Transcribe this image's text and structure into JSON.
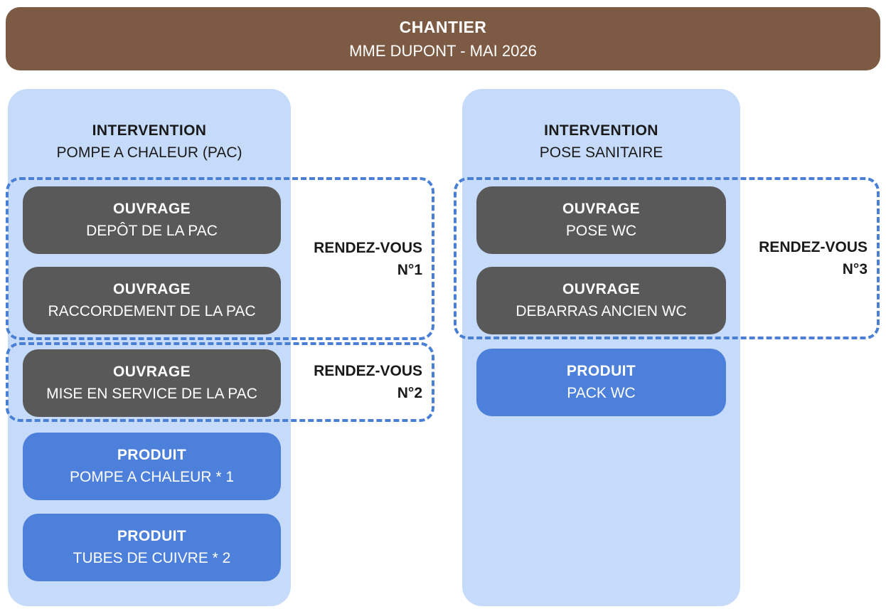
{
  "banner": {
    "title": "CHANTIER",
    "subtitle": "MME DUPONT - MAI 2026"
  },
  "columns": [
    {
      "header_title": "INTERVENTION",
      "header_subtitle": "POMPE A CHALEUR (PAC)",
      "boxes": [
        {
          "type": "ouvrage",
          "title": "OUVRAGE",
          "label": "DEPÔT DE LA PAC"
        },
        {
          "type": "ouvrage",
          "title": "OUVRAGE",
          "label": "RACCORDEMENT DE LA PAC"
        },
        {
          "type": "ouvrage",
          "title": "OUVRAGE",
          "label": "MISE EN SERVICE DE LA PAC"
        },
        {
          "type": "produit",
          "title": "PRODUIT",
          "label": "POMPE A CHALEUR * 1"
        },
        {
          "type": "produit",
          "title": "PRODUIT",
          "label": "TUBES DE CUIVRE * 2"
        }
      ]
    },
    {
      "header_title": "INTERVENTION",
      "header_subtitle": "POSE SANITAIRE",
      "boxes": [
        {
          "type": "ouvrage",
          "title": "OUVRAGE",
          "label": "POSE WC"
        },
        {
          "type": "ouvrage",
          "title": "OUVRAGE",
          "label": "DEBARRAS ANCIEN WC"
        },
        {
          "type": "produit",
          "title": "PRODUIT",
          "label": "PACK WC"
        }
      ]
    }
  ],
  "appointments": [
    {
      "line1": "RENDEZ-VOUS",
      "line2": "N°1"
    },
    {
      "line1": "RENDEZ-VOUS",
      "line2": "N°2"
    },
    {
      "line1": "RENDEZ-VOUS",
      "line2": "N°3"
    }
  ],
  "colors": {
    "banner": "#7d5a44",
    "column-bg": "#c6dbfa",
    "ouvrage": "#595959",
    "produit": "#4d80da",
    "dash": "#4a7fd6",
    "text-dark": "#1a1a1a",
    "text-light": "#ffffff"
  }
}
